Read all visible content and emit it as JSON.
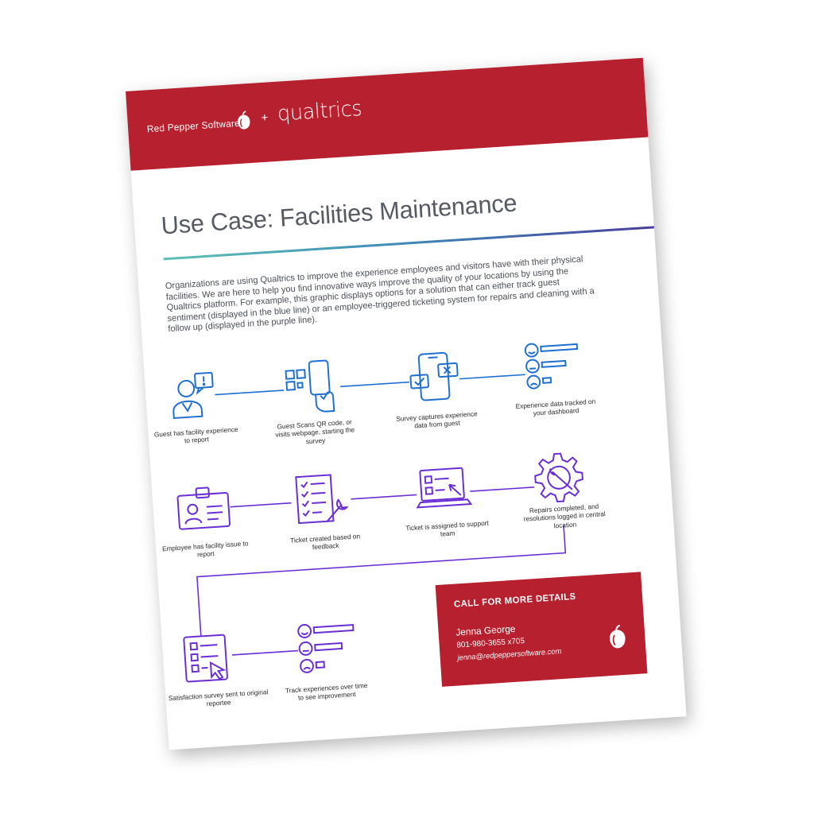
{
  "header": {
    "brand": "Red Pepper Software",
    "plus": "+",
    "partner": "qualtrics",
    "icon": "pepper-logo-icon"
  },
  "title": "Use Case: Facilities Maintenance",
  "intro": "Organizations are using Qualtrics to improve the experience employees and visitors have with their physical facilities. We are here to help you find  innovative ways improve the quality of your locations by using the Qualtrics platform. For example, this graphic displays options for  a solution that can either track guest sentiment (displayed in the blue line) or an employee-triggered ticketing system for repairs and cleaning with a follow up (displayed in the purple line).",
  "colors": {
    "blue": "#1f6fd0",
    "purple": "#6a2fd4",
    "red": "#b7202e"
  },
  "guest_flow": [
    {
      "icon": "guest-alert-icon",
      "label": "Guest has facility experience to report"
    },
    {
      "icon": "qr-phone-icon",
      "label": "Guest Scans QR code, or visits webpage, starting the survey"
    },
    {
      "icon": "survey-phone-icon",
      "label": "Survey captures experience data from guest"
    },
    {
      "icon": "sentiment-list-icon",
      "label": "Experience data tracked on your dashboard"
    }
  ],
  "employee_flow": [
    {
      "icon": "id-badge-icon",
      "label": "Employee has facility issue to report"
    },
    {
      "icon": "checklist-wrench-icon",
      "label": "Ticket created based on feedback"
    },
    {
      "icon": "laptop-assign-icon",
      "label": "Ticket is assigned to support team"
    },
    {
      "icon": "gear-wrench-icon",
      "label": "Repairs completed, and resolutions logged in central location"
    }
  ],
  "followup_flow": [
    {
      "icon": "survey-cursor-icon",
      "label": "Satisfaction survey sent to original reportee"
    },
    {
      "icon": "sentiment-list-icon",
      "label": "Track experiences over time to see improvement"
    }
  ],
  "cta": {
    "heading": "CALL FOR MORE DETAILS",
    "name": "Jenna George",
    "phone": "801-980-3655 x705",
    "email": "jenna@redpeppersoftware.com"
  }
}
